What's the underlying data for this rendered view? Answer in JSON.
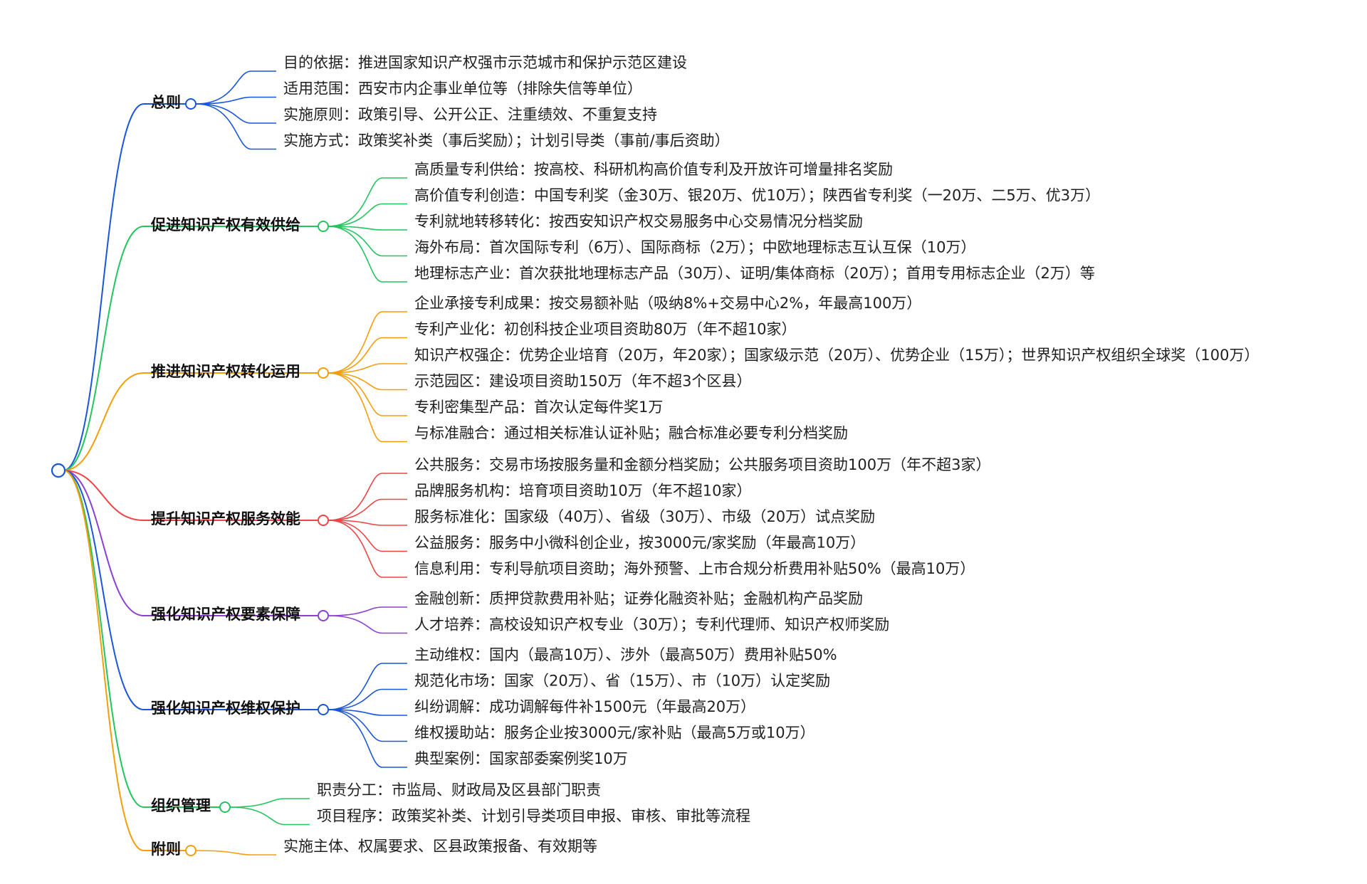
{
  "branches": [
    {
      "label": "总则",
      "color": "#1a56db",
      "leaves": [
        "目的依据：推进国家知识产权强市示范城市和保护示范区建设",
        "适用范围：西安市内企事业单位等（排除失信等单位）",
        "实施原则：政策引导、公开公正、注重绩效、不重复支持",
        "实施方式：政策奖补类（事后奖励）；计划引导类（事前/事后资助）"
      ]
    },
    {
      "label": "促进知识产权有效供给",
      "color": "#22c55e",
      "leaves": [
        "高质量专利供给：按高校、科研机构高价值专利及开放许可增量排名奖励",
        "高价值专利创造：中国专利奖（金30万、银20万、优10万）；陕西省专利奖（一20万、二5万、优3万）",
        "专利就地转移转化：按西安知识产权交易服务中心交易情况分档奖励",
        "海外布局：首次国际专利（6万）、国际商标（2万）；中欧地理标志互认互保（10万）",
        "地理标志产业：首次获批地理标志产品（30万）、证明/集体商标（20万）；首用专用标志企业（2万）等"
      ]
    },
    {
      "label": "推进知识产权转化运用",
      "color": "#f59e0b",
      "leaves": [
        "企业承接专利成果：按交易额补贴（吸纳8%+交易中心2%，年最高100万）",
        "专利产业化：初创科技企业项目资助80万（年不超10家）",
        "知识产权强企：优势企业培育（20万，年20家）；国家级示范（20万）、优势企业（15万）；世界知识产权组织全球奖（100万）",
        "示范园区：建设项目资助150万（年不超3个区县）",
        "专利密集型产品：首次认定每件奖1万",
        "与标准融合：通过相关标准认证补贴；融合标准必要专利分档奖励"
      ]
    },
    {
      "label": "提升知识产权服务效能",
      "color": "#ef4444",
      "leaves": [
        "公共服务：交易市场按服务量和金额分档奖励；公共服务项目资助100万（年不超3家）",
        "品牌服务机构：培育项目资助10万（年不超10家）",
        "服务标准化：国家级（40万）、省级（30万）、市级（20万）试点奖励",
        "公益服务：服务中小微科创企业，按3000元/家奖励（年最高10万）",
        "信息利用：专利导航项目资助；海外预警、上市合规分析费用补贴50%（最高10万）"
      ]
    },
    {
      "label": "强化知识产权要素保障",
      "color": "#8b3fd9",
      "leaves": [
        "金融创新：质押贷款费用补贴；证券化融资补贴；金融机构产品奖励",
        "人才培养：高校设知识产权专业（30万）；专利代理师、知识产权师奖励"
      ]
    },
    {
      "label": "强化知识产权维权保护",
      "color": "#1a56db",
      "leaves": [
        "主动维权：国内（最高10万）、涉外（最高50万）费用补贴50%",
        "规范化市场：国家（20万）、省（15万）、市（10万）认定奖励",
        "纠纷调解：成功调解每件补1500元（年最高20万）",
        "维权援助站：服务企业按3000元/家补贴（最高5万或10万）",
        "典型案例：国家部委案例奖10万"
      ]
    },
    {
      "label": "组织管理",
      "color": "#22c55e",
      "leaves": [
        "职责分工：市监局、财政局及区县部门职责",
        "项目程序：政策奖补类、计划引导类项目申报、审核、审批等流程"
      ]
    },
    {
      "label": "附则",
      "color": "#f59e0b",
      "leaves": [
        "实施主体、权属要求、区县政策报备、有效期等"
      ]
    }
  ],
  "root_color": "#1a56db"
}
